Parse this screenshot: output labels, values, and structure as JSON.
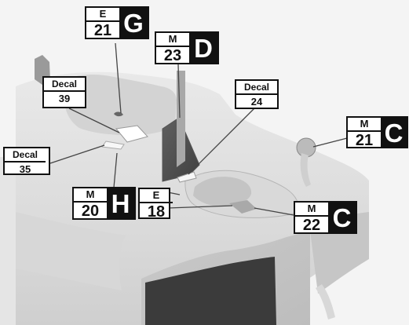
{
  "labels": {
    "g": {
      "tag": "E",
      "number": "21",
      "letter": "G"
    },
    "d": {
      "tag": "M",
      "number": "23",
      "letter": "D"
    },
    "c_top": {
      "tag": "M",
      "number": "21",
      "letter": "C"
    },
    "h": {
      "tag": "M",
      "number": "20",
      "letter": "H"
    },
    "e18": {
      "tag": "E",
      "number": "18"
    },
    "c_bottom": {
      "tag": "M",
      "number": "22",
      "letter": "C"
    },
    "decal_39": {
      "tag": "Decal",
      "number": "39"
    },
    "decal_24": {
      "tag": "Decal",
      "number": "24"
    },
    "decal_35": {
      "tag": "Decal",
      "number": "35"
    }
  }
}
